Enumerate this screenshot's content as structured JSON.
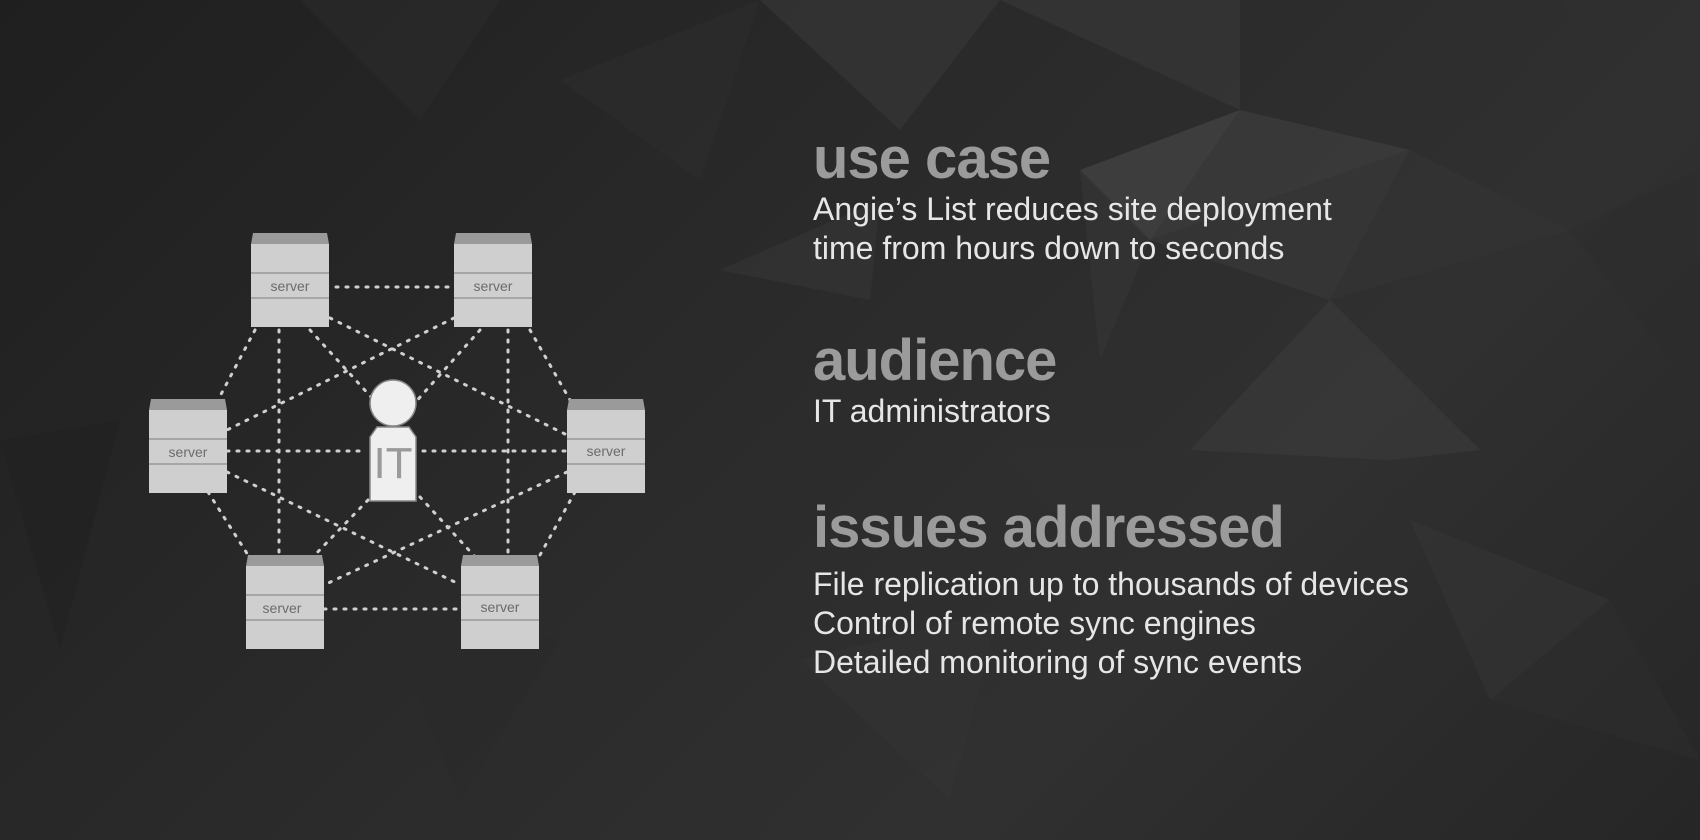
{
  "use_case": {
    "heading": "use case",
    "lines": [
      "Angie’s List reduces site deployment",
      "time from hours down to seconds"
    ]
  },
  "audience": {
    "heading": "audience",
    "lines": [
      "IT administrators"
    ]
  },
  "issues": {
    "heading": "issues addressed",
    "lines": [
      "File replication up to thousands of devices",
      "Control of remote sync engines",
      "Detailed monitoring of sync events"
    ]
  },
  "diagram": {
    "center_label": "IT",
    "servers": [
      "server",
      "server",
      "server",
      "server",
      "server",
      "server"
    ]
  },
  "colors": {
    "heading": "#9b9b9b",
    "body_text": "#e6e6e6",
    "server_body": "#cfcfcf",
    "server_top": "#9a9a9a",
    "connector": "#d0d0d0"
  }
}
